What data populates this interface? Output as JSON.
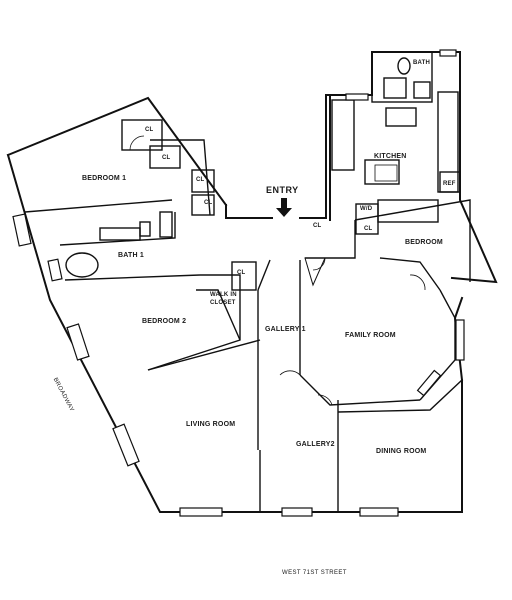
{
  "plan": {
    "entry_label": "ENTRY",
    "street_bottom": "WEST 71ST STREET",
    "street_side": "BROADWAY",
    "rooms": {
      "bedroom1": "BEDROOM 1",
      "bath1": "BATH 1",
      "bedroom2": "BEDROOM 2",
      "walkin_line1": "WALK IN",
      "walkin_line2": "CLOSET",
      "living": "LIVING ROOM",
      "gallery1": "GALLERY 1",
      "gallery2": "GALLERY2",
      "family": "FAMILY ROOM",
      "dining": "DINING ROOM",
      "bedroom": "BEDROOM",
      "kitchen": "KITCHEN",
      "bath": "BATH",
      "wd": "W/D",
      "ref": "REF"
    },
    "closets": [
      "CL",
      "CL",
      "CL",
      "CL",
      "CL",
      "CL",
      "CL"
    ]
  },
  "colors": {
    "wall": "#111111",
    "background": "#ffffff"
  }
}
